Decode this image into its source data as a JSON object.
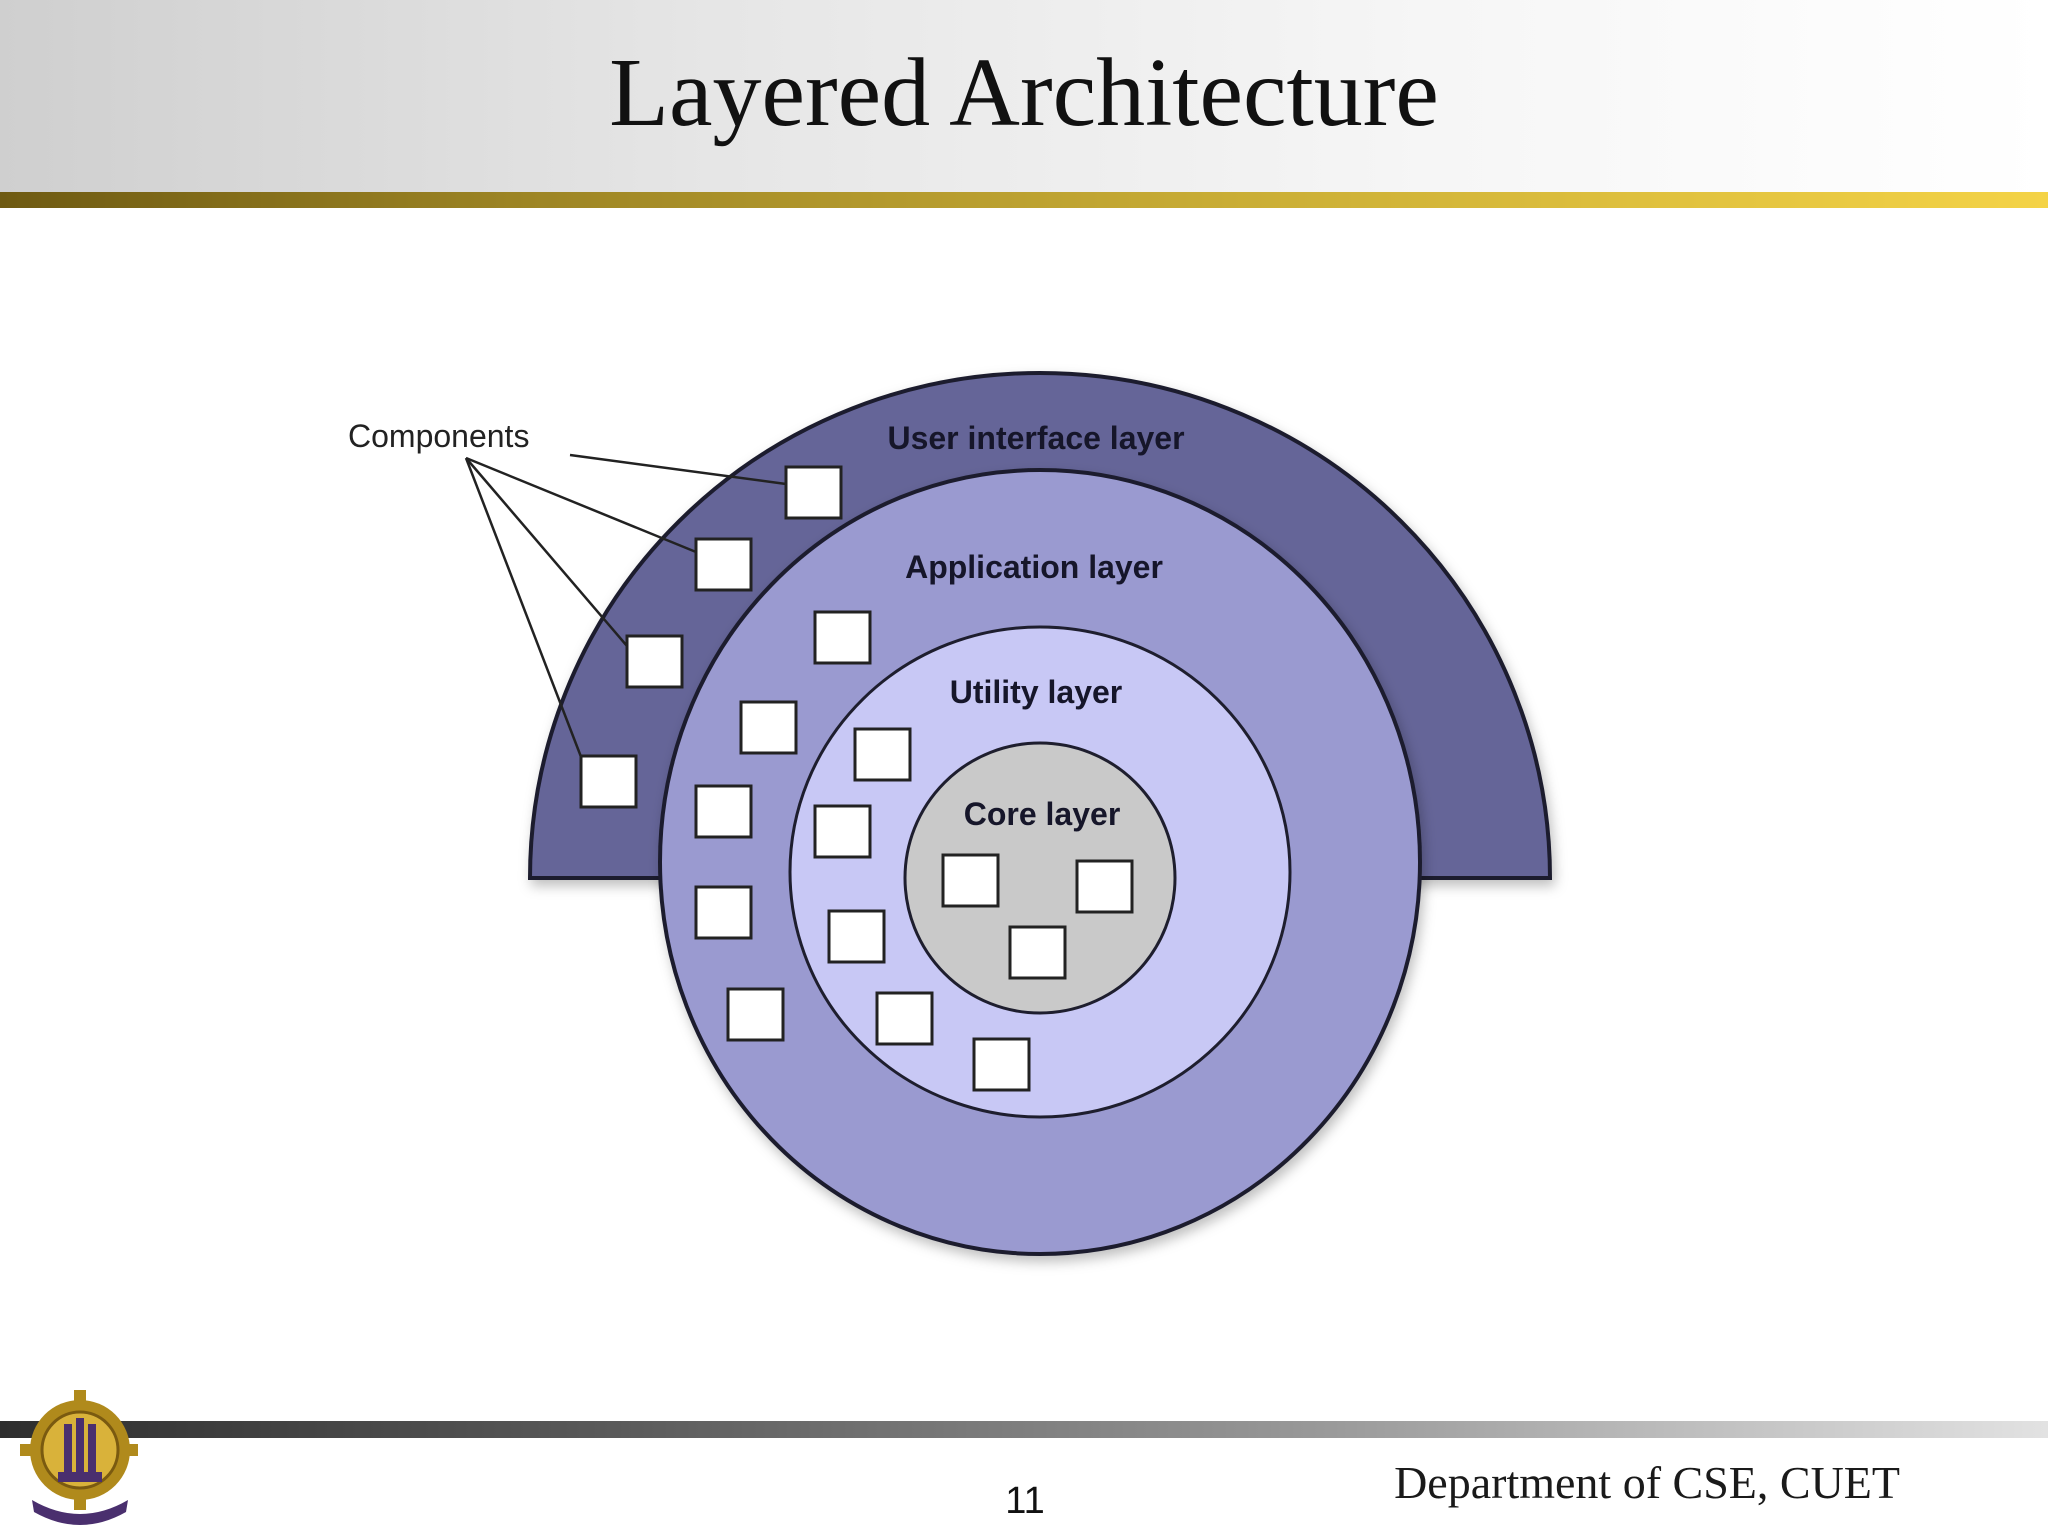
{
  "slide": {
    "title": "Layered Architecture",
    "page_number": "11",
    "footer": "Department of CSE, CUET"
  },
  "diagram": {
    "layers": [
      {
        "name": "User interface layer",
        "color": "#656598"
      },
      {
        "name": "Application layer",
        "color": "#9a9ad0"
      },
      {
        "name": "Utility layer",
        "color": "#c8c8f5"
      },
      {
        "name": "Core layer",
        "color": "#c9c9c9"
      }
    ],
    "callout": "Components"
  },
  "colors": {
    "accent_gold": "#c9ad35",
    "footer_gray": "#5a5a5a"
  }
}
